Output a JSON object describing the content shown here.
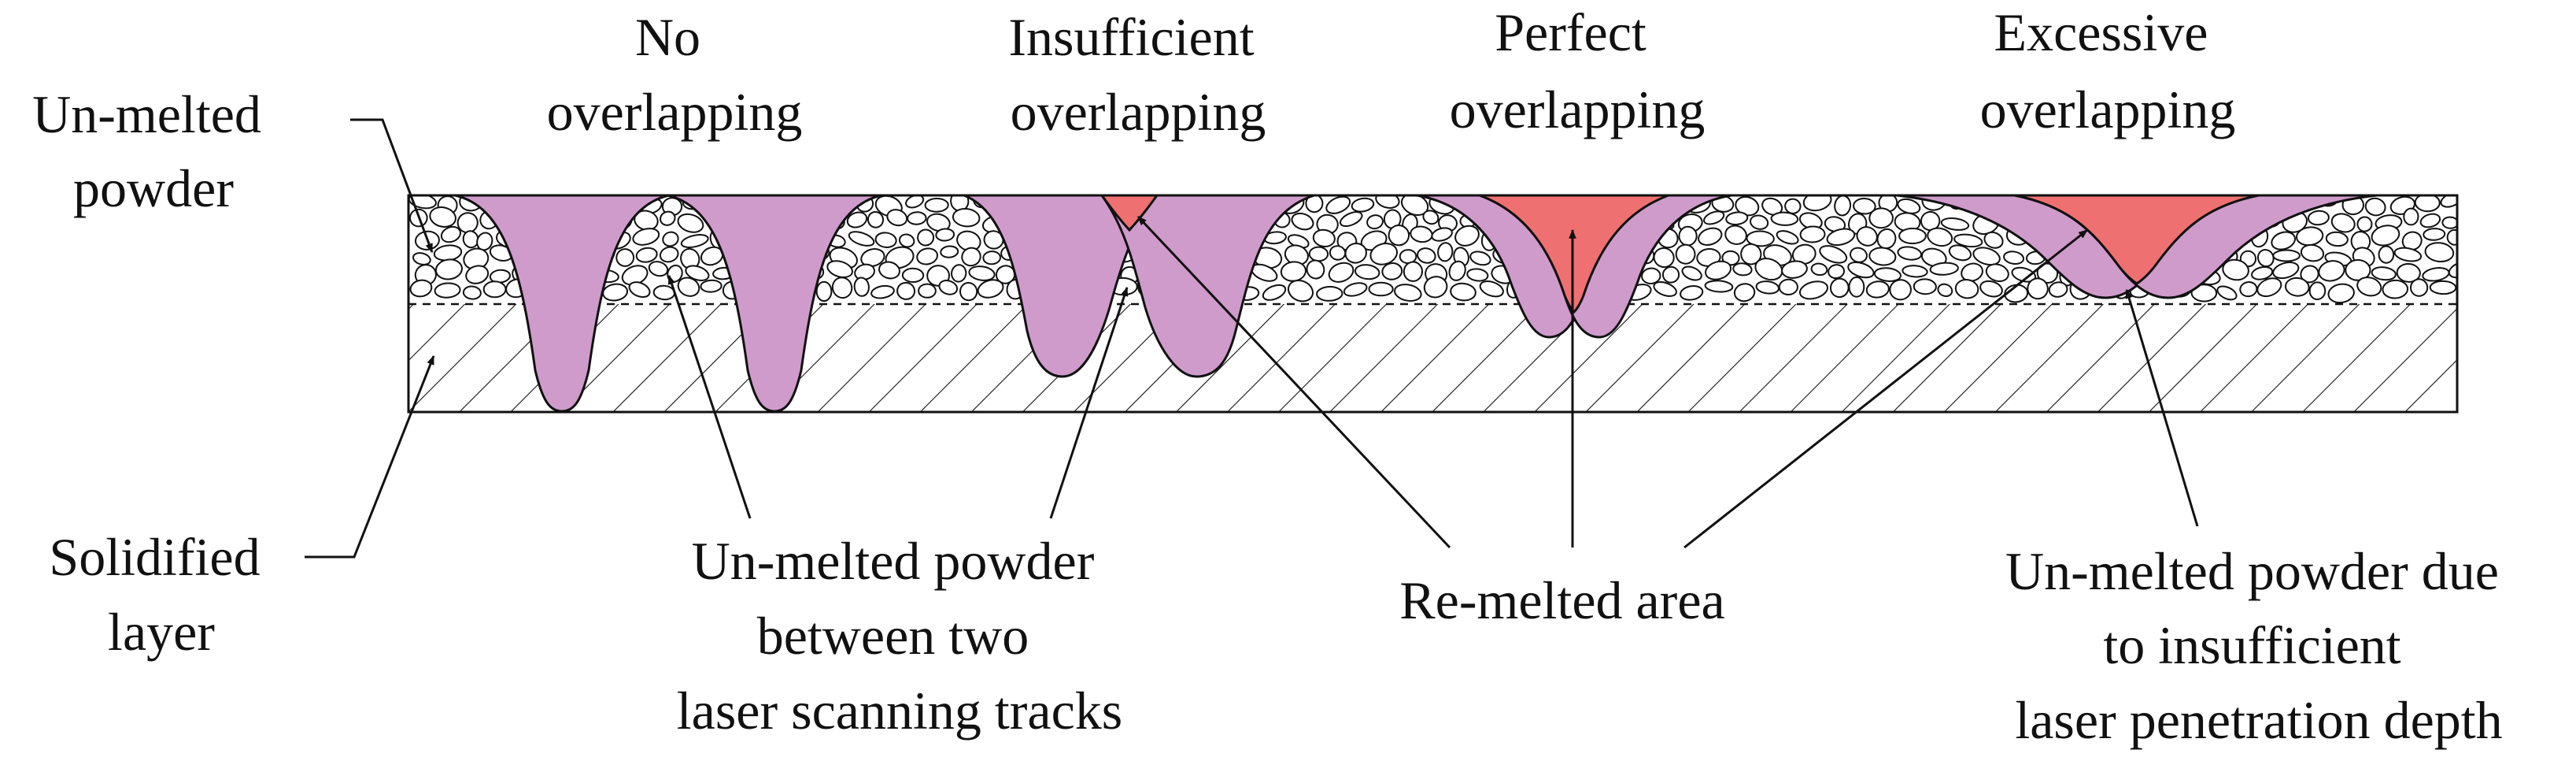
{
  "headings": {
    "no_overlap": [
      "No",
      "overlapping"
    ],
    "insufficient": [
      "Insufficient",
      "overlapping"
    ],
    "perfect": [
      "Perfect",
      "overlapping"
    ],
    "excessive": [
      "Excessive",
      "overlapping"
    ]
  },
  "labels": {
    "unmelted_powder": [
      "Un-melted",
      "powder"
    ],
    "solidified_layer": [
      "Solidified",
      "layer"
    ],
    "unmelted_between": [
      "Un-melted powder",
      "between two",
      "laser scanning tracks"
    ],
    "remelted_area": [
      "Re-melted area"
    ],
    "unmelted_due": [
      "Un-melted powder due",
      "to insufficient",
      "laser penetration depth"
    ]
  },
  "colors": {
    "melt_pool": "#cf9bcb",
    "remelted": "#ef7070",
    "line": "#111111"
  }
}
